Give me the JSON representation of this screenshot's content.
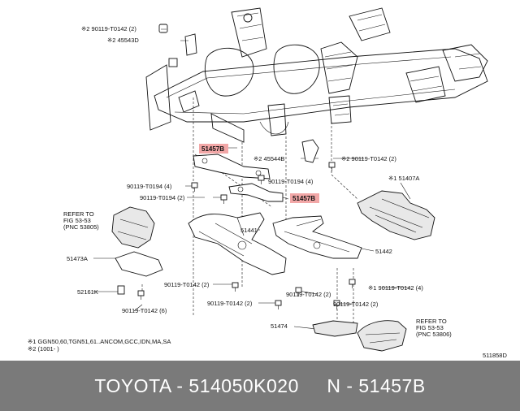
{
  "labels": {
    "l_top1": "※2 90119-T0142 (2)",
    "l_top2": "※2 45543D",
    "l_51457b_a": "51457B",
    "l_24554b": "※2 45544B",
    "l_r_90119": "※2 90119-T0142 (2)",
    "l_51407a": "※1 51407A",
    "l_t0194_a": "90119-T0194 (4)",
    "l_t0194_b": "90119-T0194 (4)",
    "l_t0194_c": "90119-T0194 (2)",
    "l_51457b_b": "51457B",
    "l_refer1_a": "REFER TO",
    "l_refer1_b": "FIG 53-53",
    "l_refer1_c": "(PNC 53805)",
    "l_51441": "51441",
    "l_51473a": "51473A",
    "l_51442": "51442",
    "l_52161k": "52161K",
    "l_t0142_a": "90119-T0142 (2)",
    "l_t0142_b": "90119-T0142 (2)",
    "l_t0142_c": "※1 90119-T0142 (4)",
    "l_t0142_6": "90119-T0142 (6)",
    "l_t0142_d": "90119-T0142 (2)",
    "l_t0142_e": "90119-T0142 (2)",
    "l_51474": "51474",
    "l_refer2_a": "REFER TO",
    "l_refer2_b": "FIG 53-53",
    "l_refer2_c": "(PNC 53806)",
    "note1": "※1  GGN50,60,TGN51,61..ANCOM,GCC,IDN,MA,SA",
    "note2": "※2  (1001-      )",
    "diagram_id": "511858D"
  },
  "highlight_color": "#f2a7a7",
  "footer": {
    "text": "TOYOTA - 514050K020     N - 51457B",
    "background": "#7a7a7a"
  }
}
